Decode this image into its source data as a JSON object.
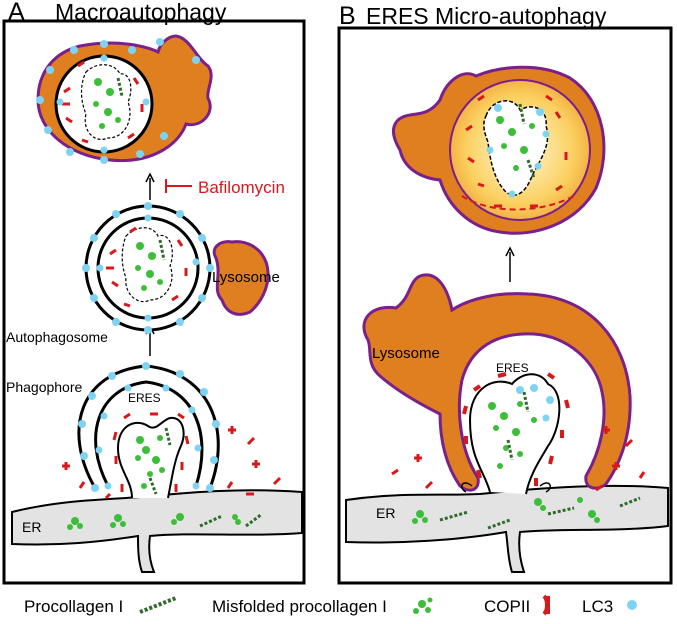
{
  "panel_a": {
    "letter": "A",
    "title": "Macroautophagy",
    "labels": {
      "inhibitor": "Bafilomycin",
      "lysosome": "Lysosome",
      "autophagosome": "Autophagosome",
      "phagophore": "Phagophore",
      "eres": "ERES",
      "er": "ER"
    }
  },
  "panel_b": {
    "letter": "B",
    "title": "ERES Micro-autophagy",
    "labels": {
      "lysosome": "Lysosome",
      "eres": "ERES",
      "er": "ER"
    }
  },
  "legend": {
    "procollagen": "Procollagen I",
    "misfolded": "Misfolded procollagen I",
    "copii": "COPII",
    "lc3": "LC3"
  },
  "colors": {
    "lysosome_fill": "#E07F1F",
    "lysosome_border": "#7B1F8A",
    "copii": "#D7191C",
    "lc3": "#7FD3F2",
    "misfolded": "#3DBE3A",
    "procollagen": "#2E6B2A",
    "er_fill": "#E3E3E3"
  }
}
